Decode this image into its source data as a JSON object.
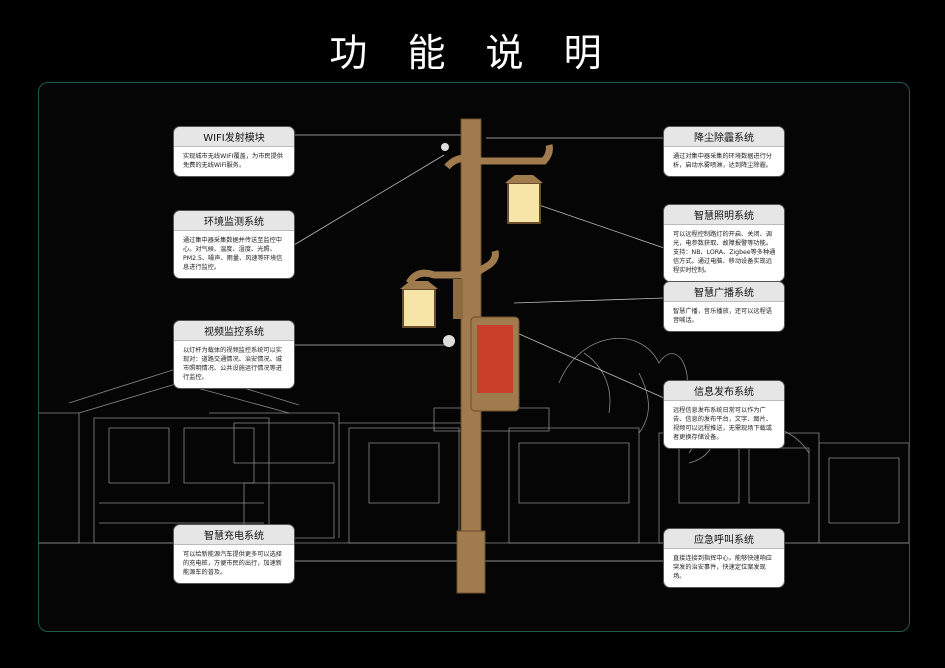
{
  "title": "功 能 说 明",
  "cards": [
    {
      "id": "wifi",
      "title": "WIFI发射模块",
      "body": "实现城市无线WIFI覆盖，为市民提供免费的无线WiFi服务。"
    },
    {
      "id": "env",
      "title": "环境监测系统",
      "body": "通过集中器采集数据并传送至监控中心。对气候、温度、湿度、光照、PM2.5、噪声、雨量、风速等环境信息进行监控。"
    },
    {
      "id": "video",
      "title": "视频监控系统",
      "body": "以灯杆为载体的视频监控系统可以实现对：道路交通情况、治安情况、城市照明情况、公共设施运行情况等进行监控。"
    },
    {
      "id": "charge",
      "title": "智慧充电系统",
      "body": "可以给新能源汽车提供更多可以选择的充电桩，方便市民的出行，加速新能源车的普及。"
    },
    {
      "id": "dust",
      "title": "降尘除霾系统",
      "body": "通过对集中器采集的环境数据进行分析，启动水雾喷淋，达到降尘除霾。"
    },
    {
      "id": "light",
      "title": "智慧照明系统",
      "body": "可以远程控制路灯的开启、关闭、调光，电参数获取、故障报警等功能。支持：NB、LORA、Zigbee等多种通信方式。通过电脑、移动设备实现远程实时控制。"
    },
    {
      "id": "broadcast",
      "title": "智慧广播系统",
      "body": "智慧广播，音乐播放，还可以远程语音喊话。"
    },
    {
      "id": "info",
      "title": "信息发布系统",
      "body": "远程信息发布系统日常可以作为广告、信息的发布平台，文字、图片、视频可以远程推送，无需现场下载或者更换存储设备。"
    },
    {
      "id": "sos",
      "title": "应急呼叫系统",
      "body": "直接连接到指挥中心，能够快速响应突发的治安事件，快速定位案发现场。"
    }
  ],
  "colors": {
    "pole": "#a07b4e",
    "pole_dark": "#7c5c36",
    "lantern": "#f5e6a8",
    "screen": "#c9402a",
    "panel_border": "#1f5a52"
  }
}
